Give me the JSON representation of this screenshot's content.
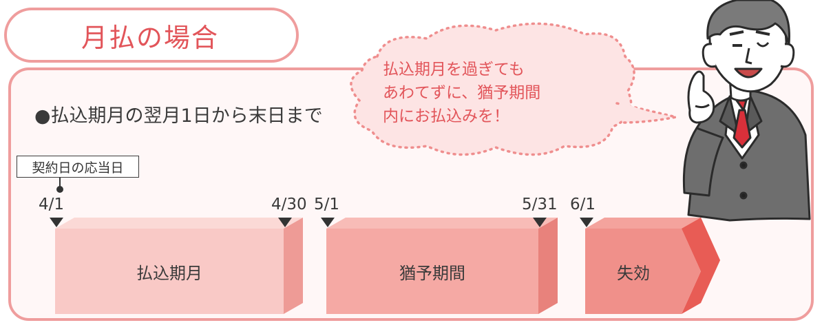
{
  "title": "月払の場合",
  "intro": "●払込期月の翌月1日から末日まで",
  "anniversary_label": "契約日の応当日",
  "dates": [
    "4/1",
    "4/30",
    "5/1",
    "5/31",
    "6/1"
  ],
  "periods": [
    {
      "label": "払込期月",
      "color": "#f9c9c6"
    },
    {
      "label": "猶予期間",
      "color": "#f5a9a4"
    },
    {
      "label": "失効",
      "color": "#f0908a"
    }
  ],
  "bubble_lines": [
    "払込期月を過ぎても",
    "あわてずに、猶予期間",
    "内にお払込みを！"
  ],
  "colors": {
    "accent": "#e2555a",
    "frame": "#ef9d9d"
  }
}
